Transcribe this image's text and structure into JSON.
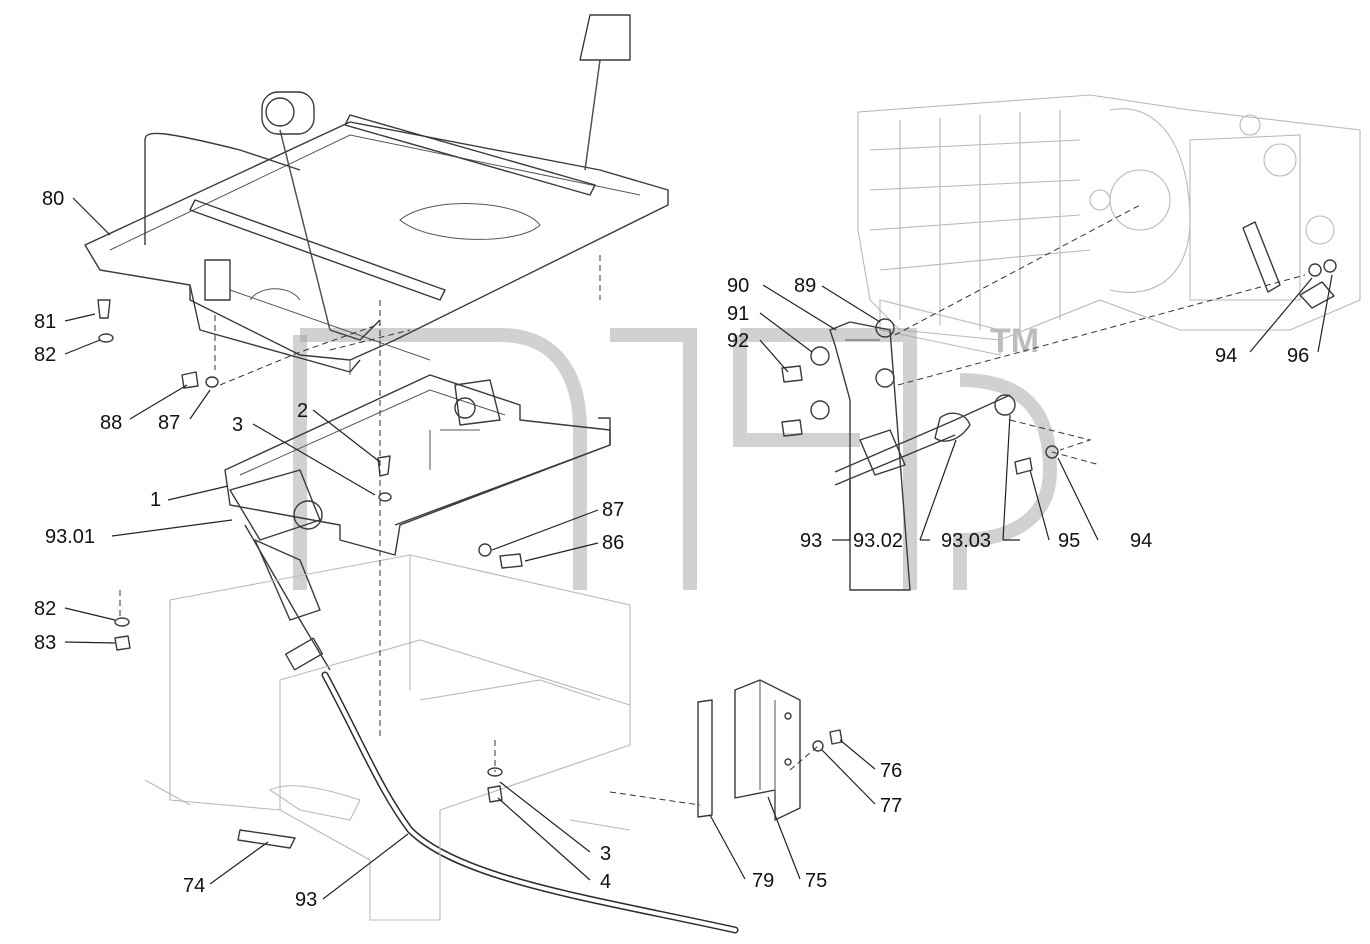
{
  "diagram": {
    "watermark": {
      "trademark": "TM"
    },
    "callouts": [
      {
        "id": "c80",
        "text": "80"
      },
      {
        "id": "c81",
        "text": "81"
      },
      {
        "id": "c82a",
        "text": "82"
      },
      {
        "id": "c88",
        "text": "88"
      },
      {
        "id": "c87a",
        "text": "87"
      },
      {
        "id": "c3a",
        "text": "3"
      },
      {
        "id": "c2",
        "text": "2"
      },
      {
        "id": "c1",
        "text": "1"
      },
      {
        "id": "c9301",
        "text": "93.01"
      },
      {
        "id": "c87b",
        "text": "87"
      },
      {
        "id": "c86",
        "text": "86"
      },
      {
        "id": "c82b",
        "text": "82"
      },
      {
        "id": "c83",
        "text": "83"
      },
      {
        "id": "c90",
        "text": "90"
      },
      {
        "id": "c89",
        "text": "89"
      },
      {
        "id": "c91",
        "text": "91"
      },
      {
        "id": "c92",
        "text": "92"
      },
      {
        "id": "c94a",
        "text": "94"
      },
      {
        "id": "c96",
        "text": "96"
      },
      {
        "id": "c93a",
        "text": "93"
      },
      {
        "id": "c9302",
        "text": "93.02"
      },
      {
        "id": "c9303",
        "text": "93.03"
      },
      {
        "id": "c95",
        "text": "95"
      },
      {
        "id": "c94b",
        "text": "94"
      },
      {
        "id": "c76",
        "text": "76"
      },
      {
        "id": "c77",
        "text": "77"
      },
      {
        "id": "c3b",
        "text": "3"
      },
      {
        "id": "c4",
        "text": "4"
      },
      {
        "id": "c74",
        "text": "74"
      },
      {
        "id": "c93b",
        "text": "93"
      },
      {
        "id": "c79",
        "text": "79"
      },
      {
        "id": "c75",
        "text": "75"
      }
    ]
  }
}
